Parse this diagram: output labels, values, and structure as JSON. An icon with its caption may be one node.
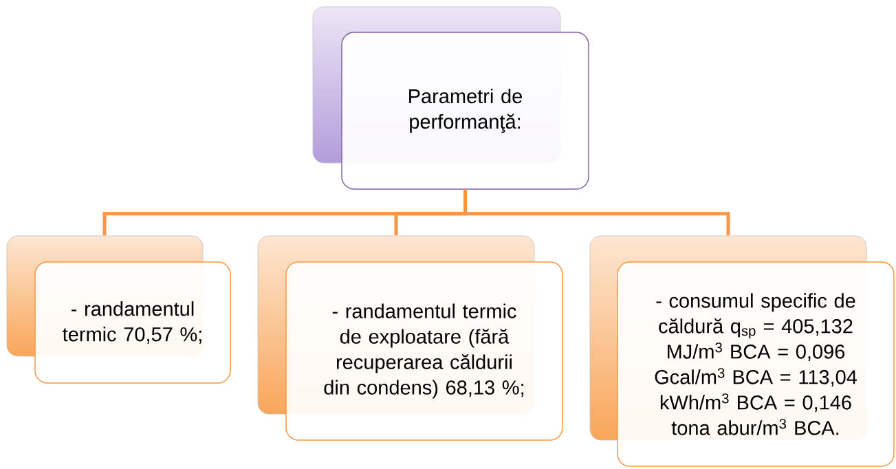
{
  "diagram": {
    "nodes": [
      {
        "text": [
          "Parametri de performanţă:"
        ]
      },
      {
        "text": [
          "- randamentul termic 70,57 %;"
        ]
      },
      {
        "text": [
          "- randamentul termic de exploatare (fără recuperarea căldurii din condens) 68,13 %;"
        ]
      },
      {
        "text": [
          "- consumul specific de căldură q$_{sp}$ = 405,132 MJ/m$^{3}$ BCA = 0,096 Gcal/m$^{3}$ BCA = 113,04 kWh/m$^{3}$ BCA = 0,146 tona abur/m$^{3}$ BCA."
        ]
      }
    ],
    "edges": [
      {
        "from": 0,
        "to": 1,
        "arrow": "none"
      },
      {
        "from": 0,
        "to": 2,
        "arrow": "none"
      },
      {
        "from": 0,
        "to": 3,
        "arrow": "none"
      }
    ]
  }
}
